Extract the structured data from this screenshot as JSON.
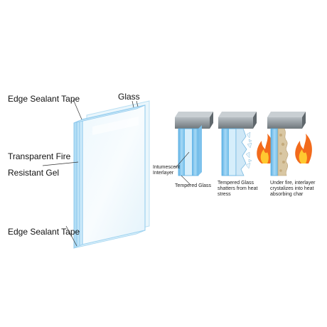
{
  "left_panel": {
    "label_edge_sealant_top": "Edge Sealant Tape",
    "label_glass": "Glass",
    "label_gel_line1": "Transparent Fire",
    "label_gel_line2": "Resistant Gel",
    "label_edge_sealant_bottom": "Edge Sealant Tape"
  },
  "right_panel": {
    "label_intumescent_line1": "Intumescent",
    "label_intumescent_line2": "Interlayer",
    "label_tempered_glass": "Tempered Glass",
    "stage2_line1": "Tempered Glass",
    "stage2_line2": "shatters from heat",
    "stage2_line3": "stress",
    "stage3_line1": "Under fire, interlayer",
    "stage3_line2": "crystalizes into heat",
    "stage3_line3": "absorbing char"
  },
  "colors": {
    "glass_blue": "#8fc9ee",
    "glass_edge": "#6fb3dd",
    "frame_gray": "#8c9499",
    "flame_orange": "#f26a1b",
    "flame_yellow": "#ffc930",
    "char_beige": "#d9c7a3"
  }
}
